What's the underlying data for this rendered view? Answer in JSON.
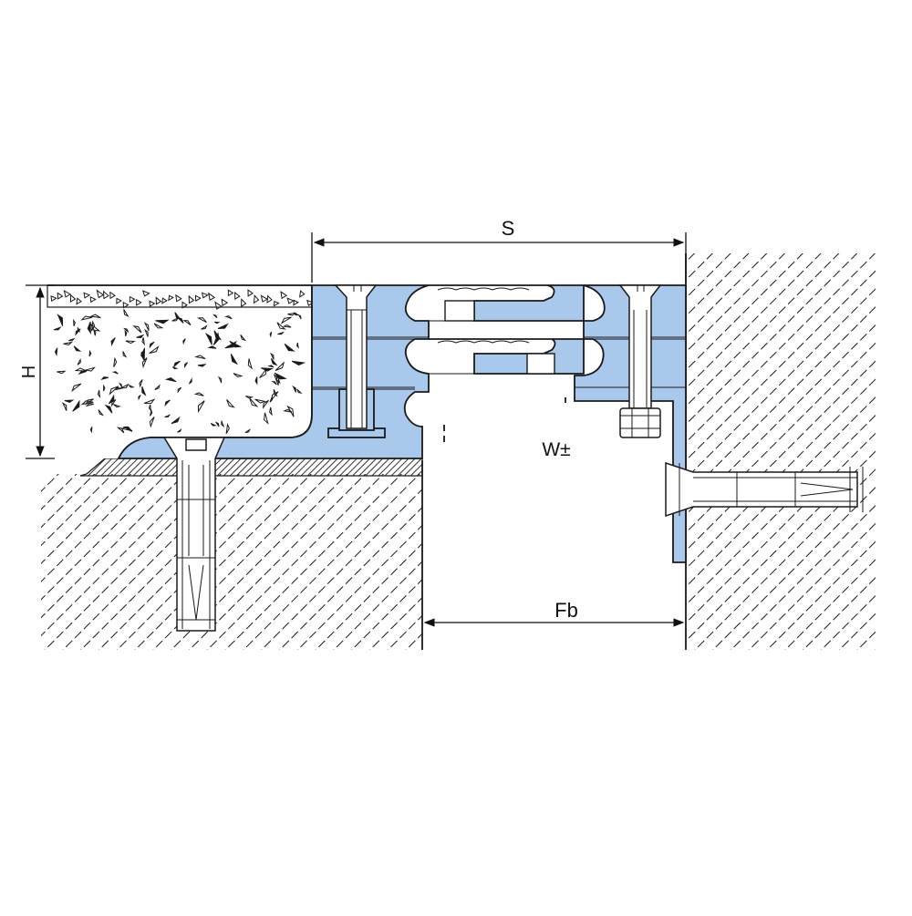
{
  "labels": {
    "span": "S",
    "height": "H",
    "movement": "W±",
    "gap": "Fb"
  },
  "colors": {
    "profile_fill": "#a8c8ec",
    "line": "#1a1a1a"
  }
}
